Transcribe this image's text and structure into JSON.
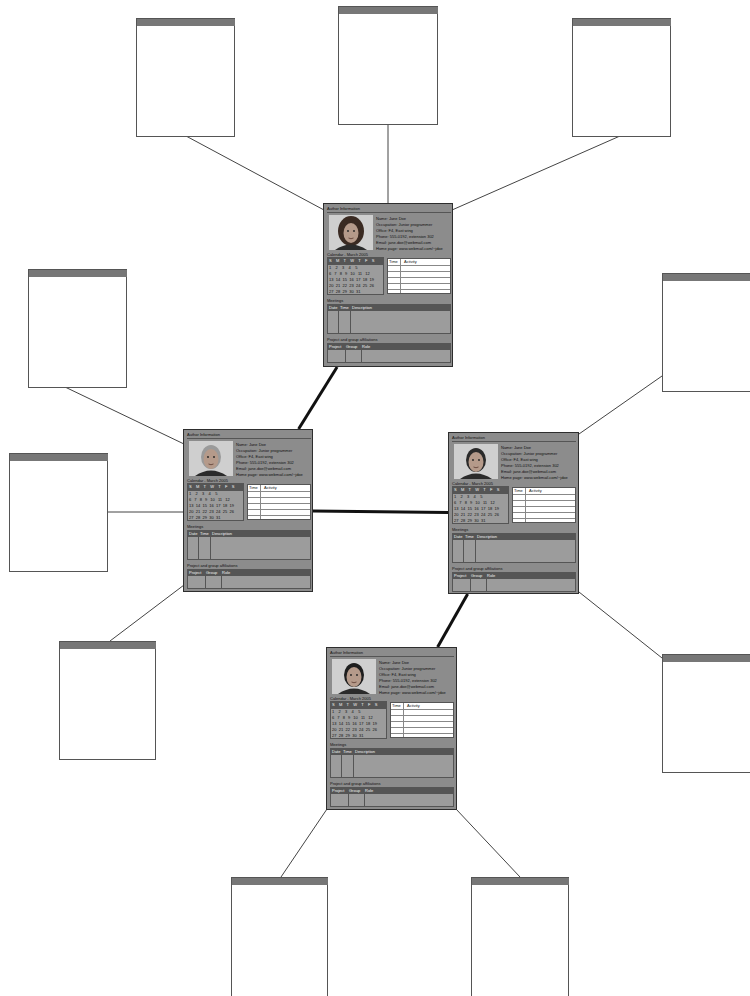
{
  "diagram": {
    "nodes": [
      {
        "text": [
          "Author Information",
          "Name: Jane Doe",
          "Occupation: Junior programmer",
          "Office: F4, East wing",
          "Phone: 555-0192, extension 302",
          "Email: jane.doe@webmail.com",
          "Home page: www.webmail.com/~jdoe",
          "Calendar - March 2005",
          "S M T W T F S",
          "1 2 3 4 5",
          "6 7 8 9 10 11 12",
          "13 14 15 16 17 18 19",
          "20 21 22 23 24 25 26",
          "27 28 29 30 31",
          "Time",
          "Activity",
          "Meetings",
          "Date",
          "Time",
          "Description",
          "Project and group affiliations",
          "Project",
          "Group",
          "Role"
        ]
      },
      {
        "text": [
          "Author Information",
          "Name: Jane Doe",
          "Occupation: Junior programmer",
          "Office: F4, East wing",
          "Phone: 555-0192, extension 302",
          "Email: jane.doe@webmail.com",
          "Home page: www.webmail.com/~jdoe",
          "Calendar - March 2005",
          "S M T W T F S",
          "1 2 3 4 5",
          "6 7 8 9 10 11 12",
          "13 14 15 16 17 18 19",
          "20 21 22 23 24 25 26",
          "27 28 29 30 31",
          "Time",
          "Activity",
          "Meetings",
          "Date",
          "Time",
          "Description",
          "Project and group affiliations",
          "Project",
          "Group",
          "Role"
        ]
      },
      {
        "text": [
          "Author Information",
          "Name: Jane Doe",
          "Occupation: Junior programmer",
          "Office: F4, East wing",
          "Phone: 555-0192, extension 302",
          "Email: jane.doe@webmail.com",
          "Home page: www.webmail.com/~jdoe",
          "Calendar - March 2005",
          "S M T W T F S",
          "1 2 3 4 5",
          "6 7 8 9 10 11 12",
          "13 14 15 16 17 18 19",
          "20 21 22 23 24 25 26",
          "27 28 29 30 31",
          "Time",
          "Activity",
          "Meetings",
          "Date",
          "Time",
          "Description",
          "Project and group affiliations",
          "Project",
          "Group",
          "Role"
        ]
      },
      {
        "text": [
          "Author Information",
          "Name: Jane Doe",
          "Occupation: Junior programmer",
          "Office: F4, East wing",
          "Phone: 555-0192, extension 302",
          "Email: jane.doe@webmail.com",
          "Home page: www.webmail.com/~jdoe",
          "Calendar - March 2005",
          "S M T W T F S",
          "1 2 3 4 5",
          "6 7 8 9 10 11 12",
          "13 14 15 16 17 18 19",
          "20 21 22 23 24 25 26",
          "27 28 29 30 31",
          "Time",
          "Activity",
          "Meetings",
          "Date",
          "Time",
          "Description",
          "Project and group affiliations",
          "Project",
          "Group",
          "Role"
        ]
      }
    ],
    "edges": [
      {
        "from": 0,
        "to": 1,
        "arrow": "none"
      },
      {
        "from": 1,
        "to": 2,
        "arrow": "none"
      },
      {
        "from": 2,
        "to": 3,
        "arrow": "none"
      }
    ]
  }
}
